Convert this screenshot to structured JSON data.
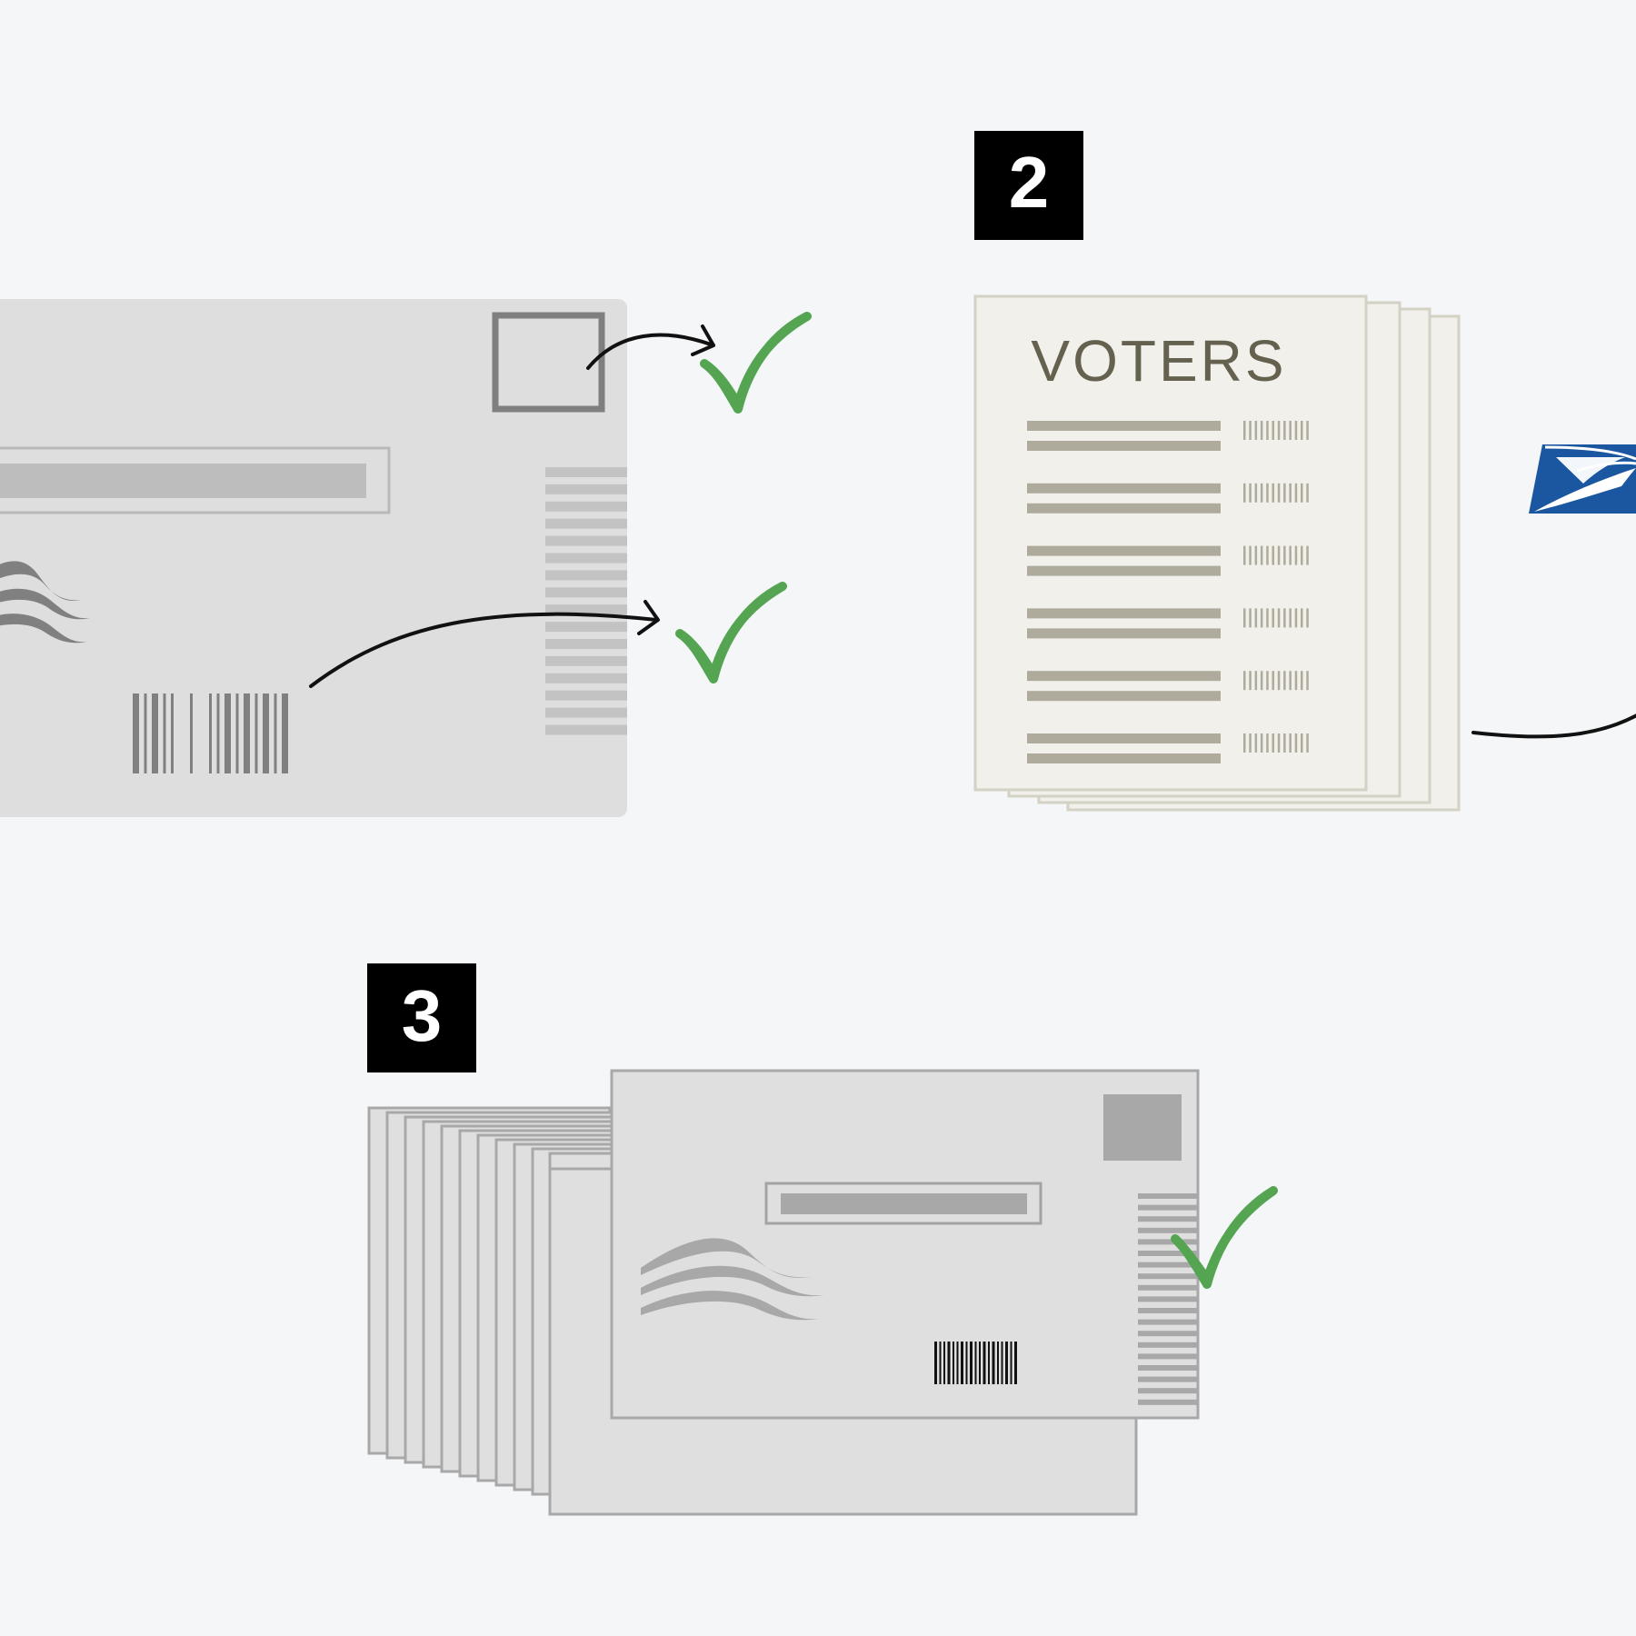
{
  "steps": [
    {
      "number": "2"
    },
    {
      "number": "3"
    }
  ],
  "voter_list": {
    "title": "VOTERS",
    "entries": 6
  },
  "colors": {
    "background": "#f4f6f8",
    "check": "#54a452",
    "usps_blue": "#1b57a0",
    "step_box": "#000000"
  },
  "icons": [
    "check-icon",
    "usps-eagle-icon",
    "barcode-icon",
    "flag-wave-icon",
    "arrow-icon"
  ]
}
